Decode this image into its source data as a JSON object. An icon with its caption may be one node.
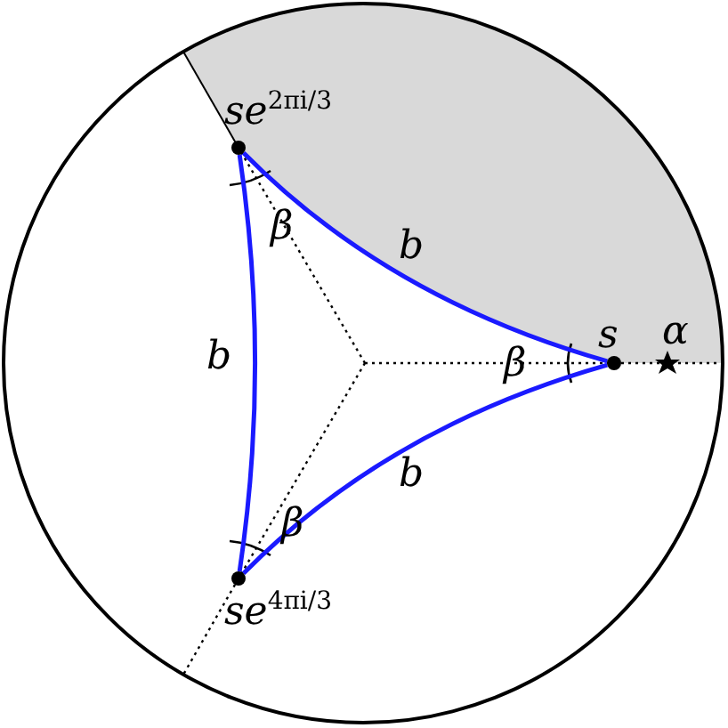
{
  "diagram": {
    "nodes": [
      {
        "text": [],
        "shape": "circle",
        "beside": [
          "s"
        ]
      },
      {
        "text": [],
        "shape": "circle",
        "beside": [
          "se$^{2πi/3}$"
        ]
      },
      {
        "text": [],
        "shape": "circle",
        "beside": [
          "se$^{4πi/3}$"
        ]
      }
    ],
    "edges": [
      {
        "from": 0,
        "to": 1,
        "arrow": "none",
        "label": "b"
      },
      {
        "from": 1,
        "to": 2,
        "arrow": "none",
        "label": "b"
      },
      {
        "from": 2,
        "to": 0,
        "arrow": "none",
        "label": "b"
      }
    ],
    "labels": [
      "β",
      "β",
      "β",
      "α"
    ]
  }
}
